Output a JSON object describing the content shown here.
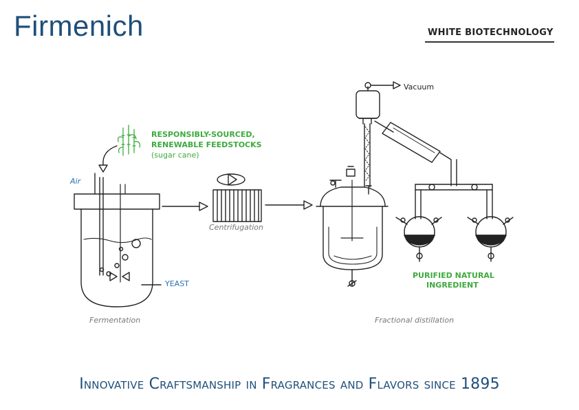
{
  "header": {
    "logo": "Firmenich",
    "section_title": "WHITE BIOTECHNOLOGY"
  },
  "diagram": {
    "feedstock_line1": "RESPONSIBLY-SOURCED,",
    "feedstock_line2": "RENEWABLE FEEDSTOCKS",
    "feedstock_note": "(sugar cane)",
    "air": "Air",
    "yeast": "YEAST",
    "fermentation": "Fermentation",
    "centrifugation": "Centrifugation",
    "vacuum": "Vacuum",
    "product_line1": "PURIFIED NATURAL",
    "product_line2": "INGREDIENT",
    "fractional_distillation": "Fractional distillation"
  },
  "footer": {
    "tagline": "Innovative Craftsmanship in Fragrances and Flavors since 1895"
  },
  "colors": {
    "brand_blue": "#1f4f7a",
    "label_green": "#3daa3d",
    "label_blue": "#2a6fb5",
    "ink": "#222222"
  }
}
